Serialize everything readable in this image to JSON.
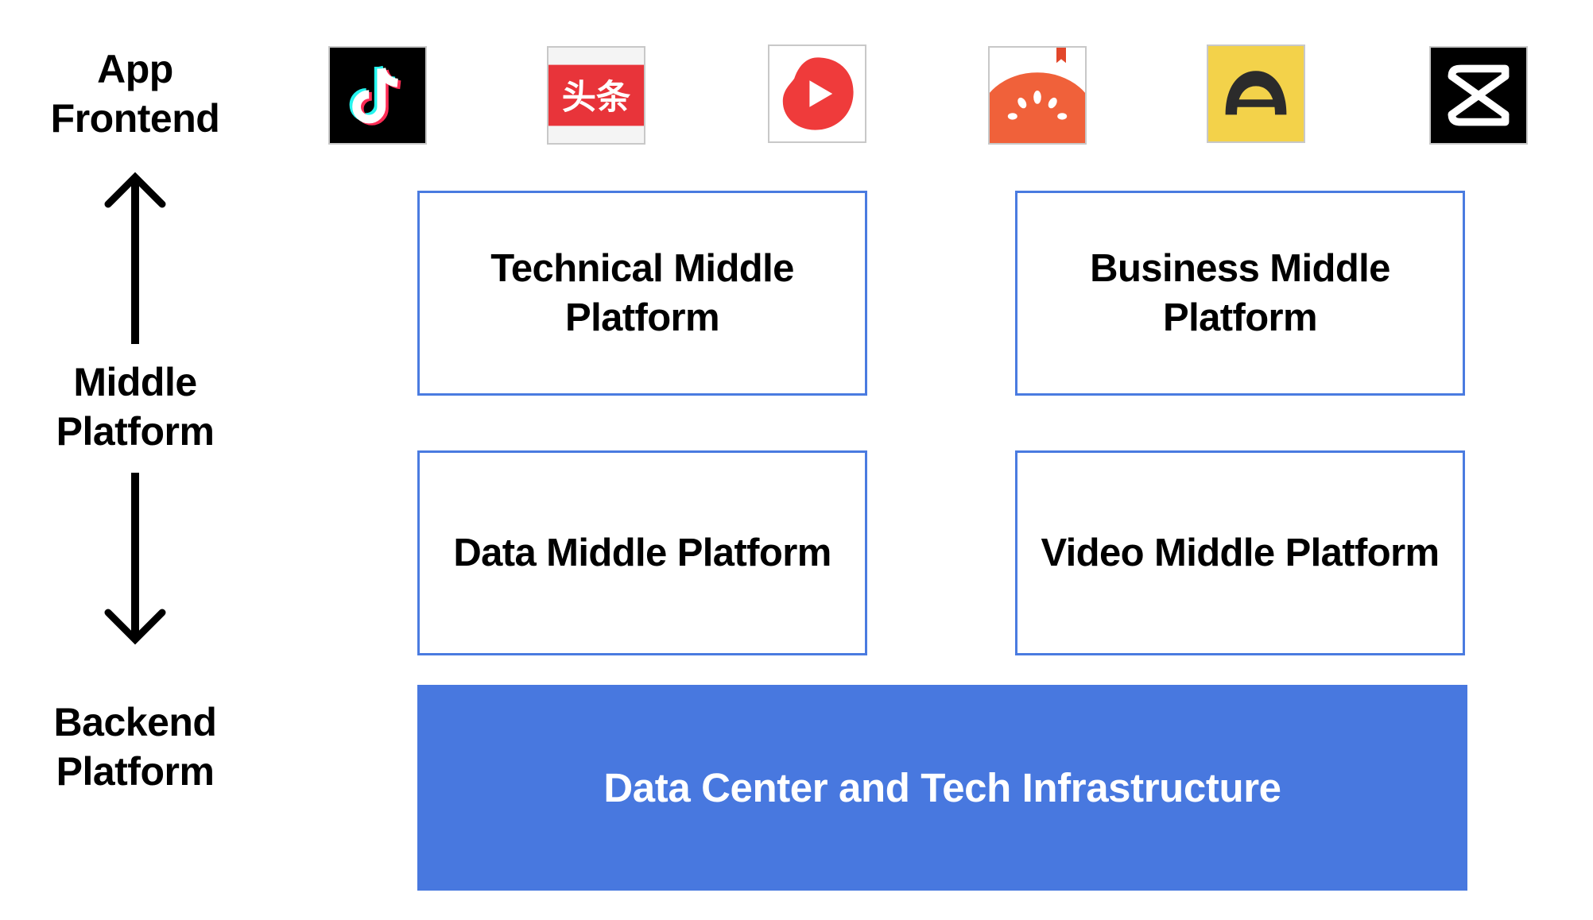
{
  "layers": {
    "frontend": [
      "App",
      "Frontend"
    ],
    "middle": [
      "Middle",
      "Platform"
    ],
    "backend": [
      "Backend",
      "Platform"
    ]
  },
  "apps": [
    {
      "name": "tiktok-icon",
      "bg": "#000000"
    },
    {
      "name": "toutiao-icon",
      "text": "头条",
      "bg": "#e8343a"
    },
    {
      "name": "xigua-video-icon",
      "bg": "#ffffff"
    },
    {
      "name": "tomato-novel-icon",
      "bg": "#f0613a"
    },
    {
      "name": "dongchedi-icon",
      "bg": "#f3d24a"
    },
    {
      "name": "capcut-icon",
      "bg": "#000000"
    }
  ],
  "boxes": {
    "technical": [
      "Technical Middle",
      "Platform"
    ],
    "business": [
      "Business Middle",
      "Platform"
    ],
    "data": "Data Middle Platform",
    "video": "Video Middle Platform"
  },
  "infrastructure": "Data Center and Tech Infrastructure",
  "colors": {
    "box_border": "#4a7be0",
    "infra_fill": "#4878df"
  }
}
